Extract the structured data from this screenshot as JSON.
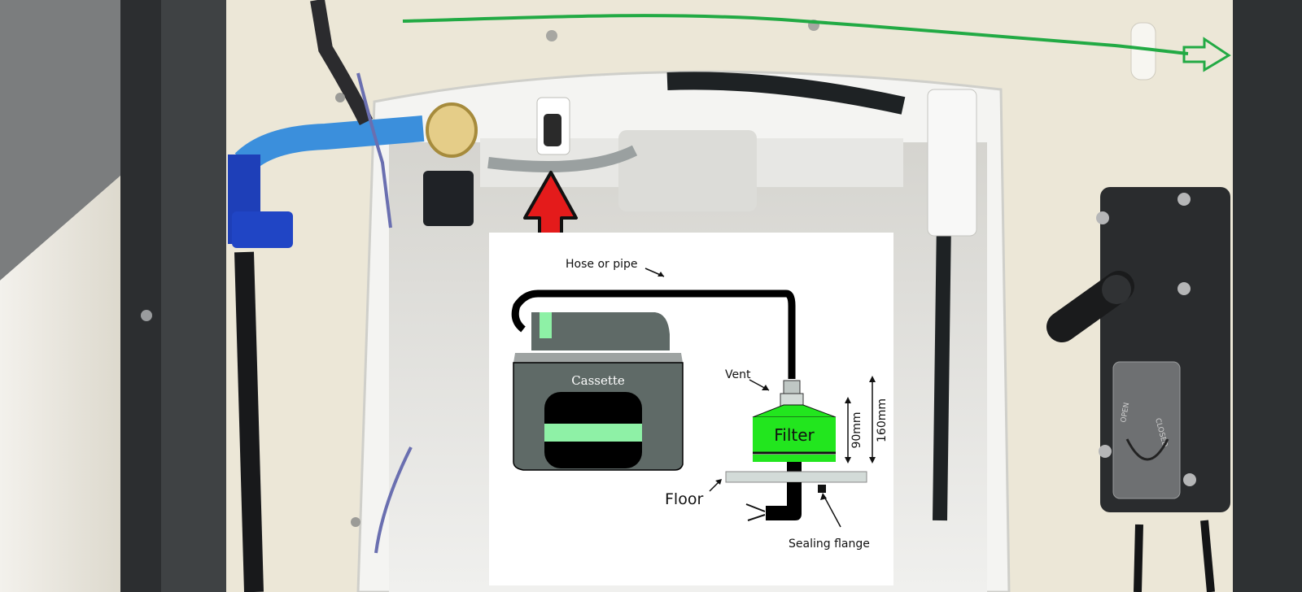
{
  "photo": {
    "valve_label_open": "OPEN",
    "valve_label_closed": "CLOSED"
  },
  "annotations": {
    "green_arrow_color": "#22aa44",
    "red_arrow_color": "#e41b1b"
  },
  "diagram": {
    "hose_label": "Hose or pipe",
    "cassette_label": "Cassette",
    "vent_label": "Vent",
    "filter_label": "Filter",
    "dim_90": "90mm",
    "dim_160": "160mm",
    "floor_label": "Floor",
    "sealing_label": "Sealing flange",
    "filter_color": "#22e61e",
    "cassette_color": "#5f6a67",
    "accent_color": "#8ef1a6"
  }
}
